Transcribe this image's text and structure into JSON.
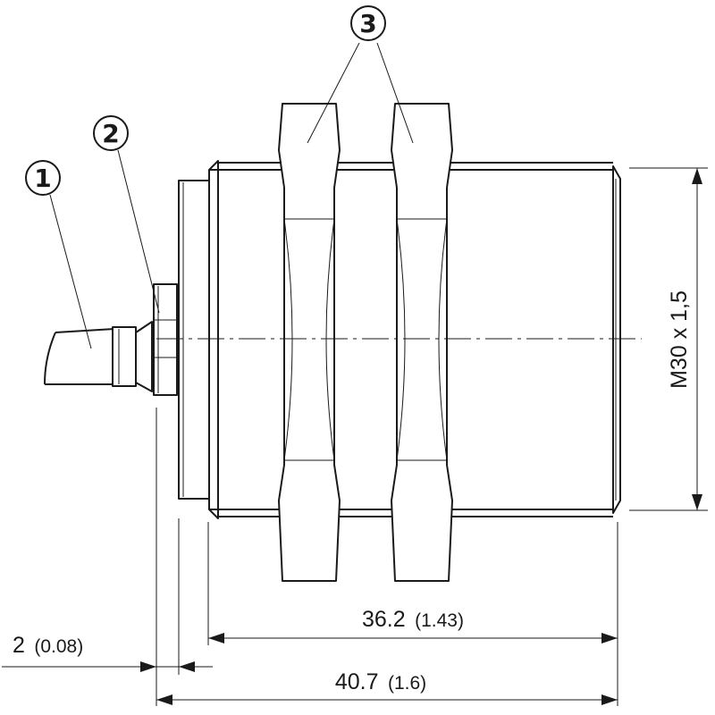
{
  "callouts": [
    {
      "number": "1"
    },
    {
      "number": "2"
    },
    {
      "number": "3"
    }
  ],
  "dimensions": {
    "thread": {
      "label": "M30 x 1,5"
    },
    "length_inner": {
      "value": "36.2",
      "imperial": "(1.43)"
    },
    "length_total": {
      "value": "40.7",
      "imperial": "(1.6)"
    },
    "flange": {
      "value": "2",
      "imperial": "(0.08)"
    }
  },
  "colors": {
    "line": "#1a1a1a",
    "background": "#ffffff"
  }
}
